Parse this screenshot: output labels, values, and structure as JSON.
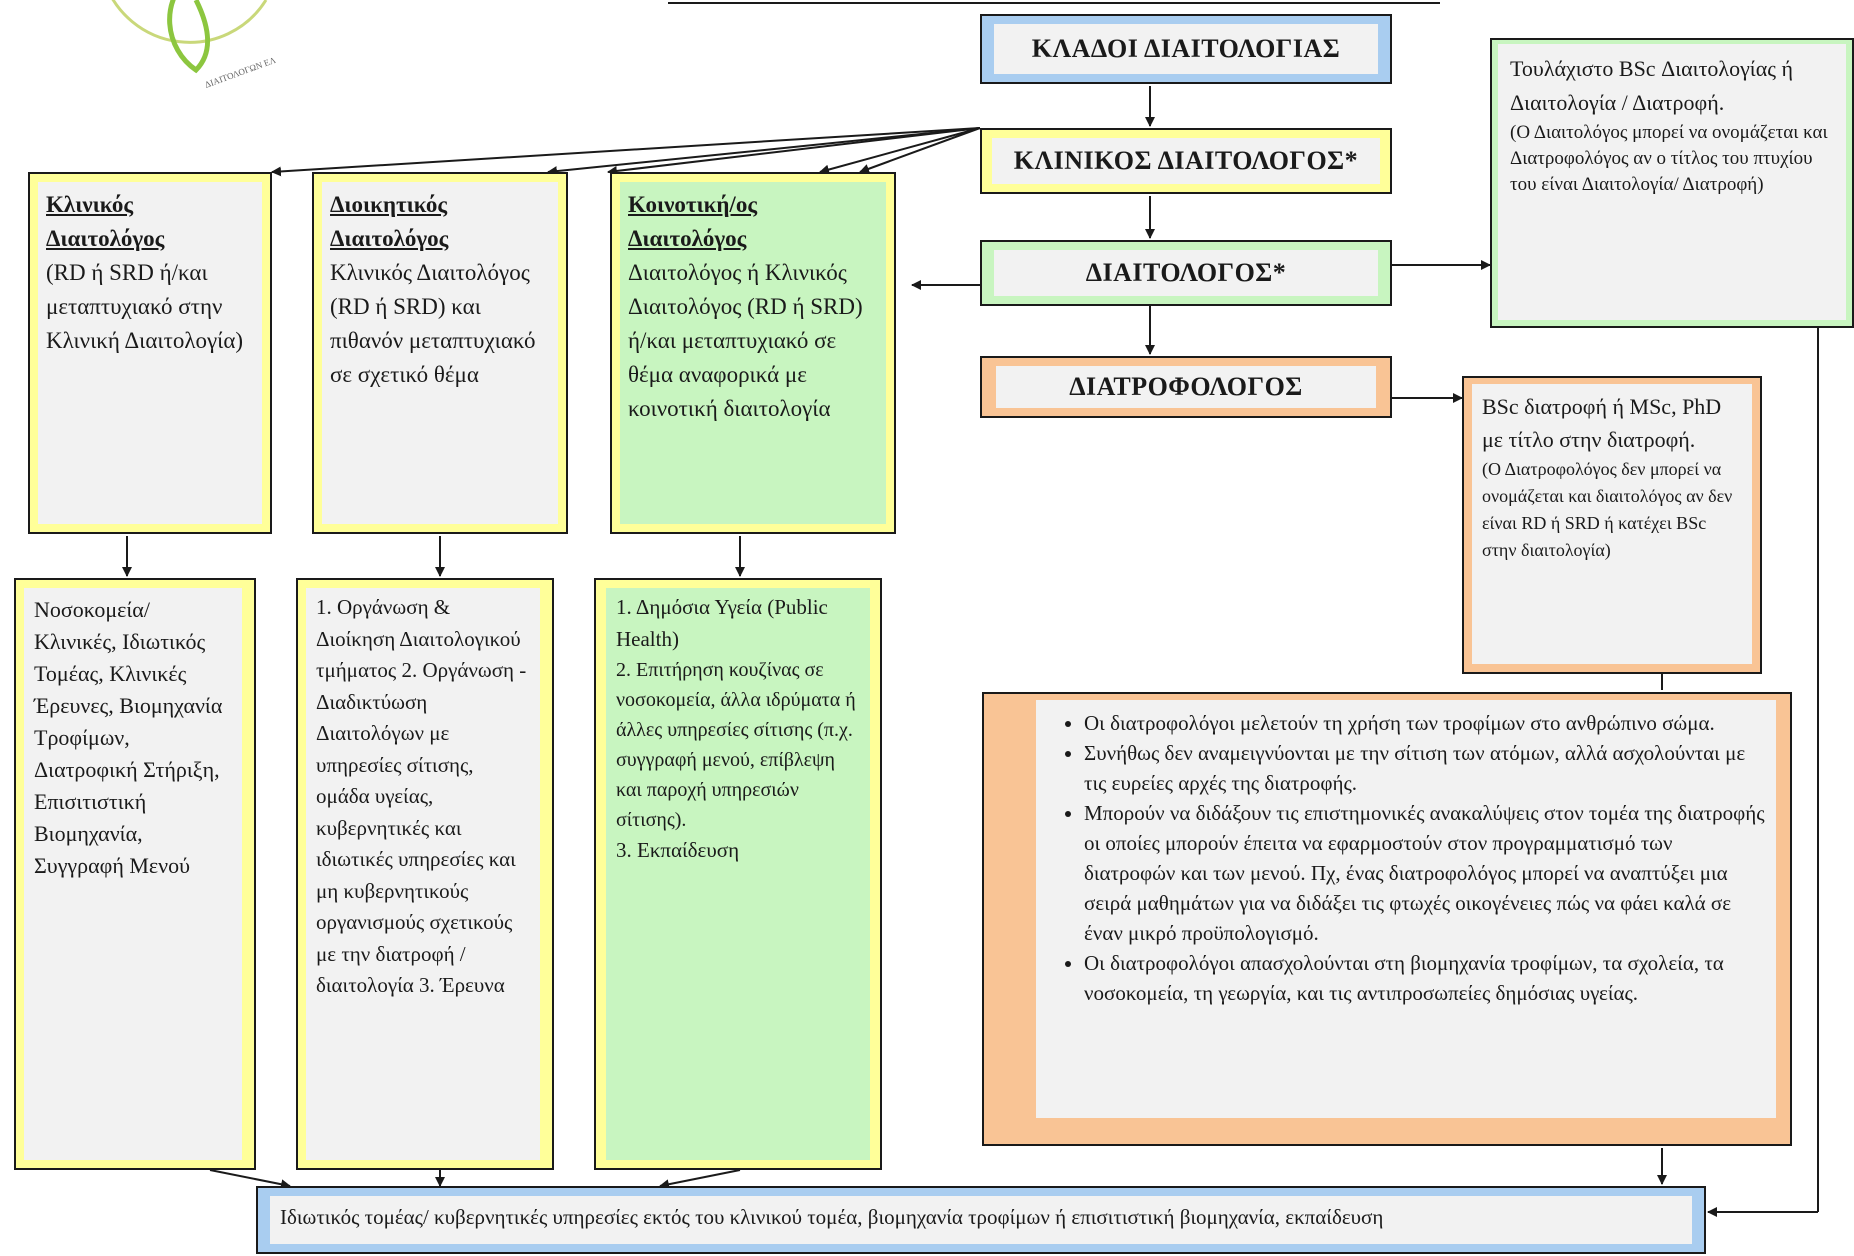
{
  "header": {
    "title": "ΚΛΑΔΟΙ ΔΙΑΙΤΟΛΟΓΙΑΣ"
  },
  "logo": {
    "caption": "ΔΙΑΙΤΟΛΟΓΩΝ ΕΛΛΑΔΟΣ"
  },
  "flow": {
    "clinical": "ΚΛΙΝΙΚΟΣ ΔΙΑΙΤΟΛΟΓΟΣ*",
    "dietitian": "ΔΙΑΙΤΟΛΟΓΟΣ*",
    "nutritionist": "ΔΙΑΤΡΟΦΟΛΟΓΟΣ"
  },
  "branches": [
    {
      "title_1": "Κλινικός",
      "title_2": "Διαιτολόγος",
      "body": "(RD ή SRD ή/και μεταπτυχιακό στην Κλινική Διαιτολογία)",
      "outcomes": "Νοσοκομεία/ Κλινικές, Ιδιωτικός Τομέας, Κλινικές Έρευνες, Βιομηχανία Τροφίμων, Διατροφική Στήριξη, Επισιτιστική Βιομηχανία, Συγγραφή Μενού"
    },
    {
      "title_1": "Διοικητικός",
      "title_2": "Διαιτολόγος",
      "body": "Κλινικός Διαιτολόγος (RD ή SRD) και  πιθανόν μεταπτυχιακό σε σχετικό θέμα",
      "outcomes": "1.  Οργάνωση & Διοίκηση Διαιτολογικού τμήματος 2.  Οργάνωση  - Διαδικτύωση Διαιτολόγων με υπηρεσίες σίτισης, ομάδα υγείας, κυβερνητικές και ιδιωτικές υπηρεσίες και μη κυβερνητικούς οργανισμούς σχετικούς με την διατροφή / διαιτολογία 3.  Έρευνα"
    },
    {
      "title_1": "Κοινοτική/ος",
      "title_2": "Διαιτολόγος",
      "body": "Διαιτολόγος ή Κλινικός Διαιτολόγος (RD ή SRD) ή/και μεταπτυχιακό σε θέμα αναφορικά με κοινοτική διαιτολογία",
      "outcomes_1": "1.  Δημόσια Υγεία (Public Health)",
      "outcomes_2": "2.  Επιτήρηση κουζίνας σε νοσοκομεία, άλλα ιδρύματα ή άλλες υπηρεσίες σίτισης (π.χ. συγγραφή μενού, επίβλεψη και παροχή υπηρεσιών σίτισης).",
      "outcomes_3": "3.  Εκπαίδευση"
    }
  ],
  "requirements": {
    "dietitian_main": "Τουλάχιστο BSc Διαιτολογίας ή Διαιτολογία / Διατροφή.",
    "dietitian_note": "(Ο Διαιτολόγος μπορεί να ονομάζεται και Διατροφολόγος αν ο τίτλος του πτυχίου του είναι Διαιτολογία/ Διατροφή)",
    "nutritionist_main": "BSc διατροφή ή MSc, PhD με τίτλο στην διατροφή.",
    "nutritionist_note": "(Ο Διατροφολόγος δεν μπορεί να ονομάζεται και διαιτολόγος αν δεν είναι RD ή SRD ή κατέχει BSc στην διαιτολογία)"
  },
  "nutritionist_bullets": [
    "Οι διατροφολόγοι μελετούν τη χρήση των τροφίμων στο ανθρώπινο σώμα.",
    "Συνήθως δεν αναμειγνύονται  με την σίτιση των ατόμων, αλλά ασχολούνται με τις ευρείες αρχές της διατροφής.",
    "Μπορούν να διδάξουν τις επιστημονικές ανακαλύψεις στον τομέα της διατροφής οι οποίες  μπορούν έπειτα να εφαρμοστούν στον προγραμματισμό των διατροφών και των μενού. Πχ, ένας διατροφολόγος μπορεί να αναπτύξει μια σειρά μαθημάτων για να διδάξει τις φτωχές οικογένειες πώς να φάει καλά σε έναν μικρό προϋπολογισμό.",
    " Οι διατροφολόγοι απασχολούνται στη βιομηχανία τροφίμων, τα σχολεία, τα νοσοκομεία, τη γεωργία, και τις αντιπροσωπείες δημόσιας υγείας."
  ],
  "footer": {
    "text": "Ιδιωτικός τομέας/ κυβερνητικές υπηρεσίες εκτός του κλινικού τομέα, βιομηχανία τροφίμων ή επισιτιστική βιομηχανία, εκπαίδευση"
  },
  "colors": {
    "yellow": "#ffff99",
    "blue": "#a9cdf0",
    "green": "#c8f5c0",
    "orange": "#f9c495",
    "inner": "#f2f2f2"
  }
}
